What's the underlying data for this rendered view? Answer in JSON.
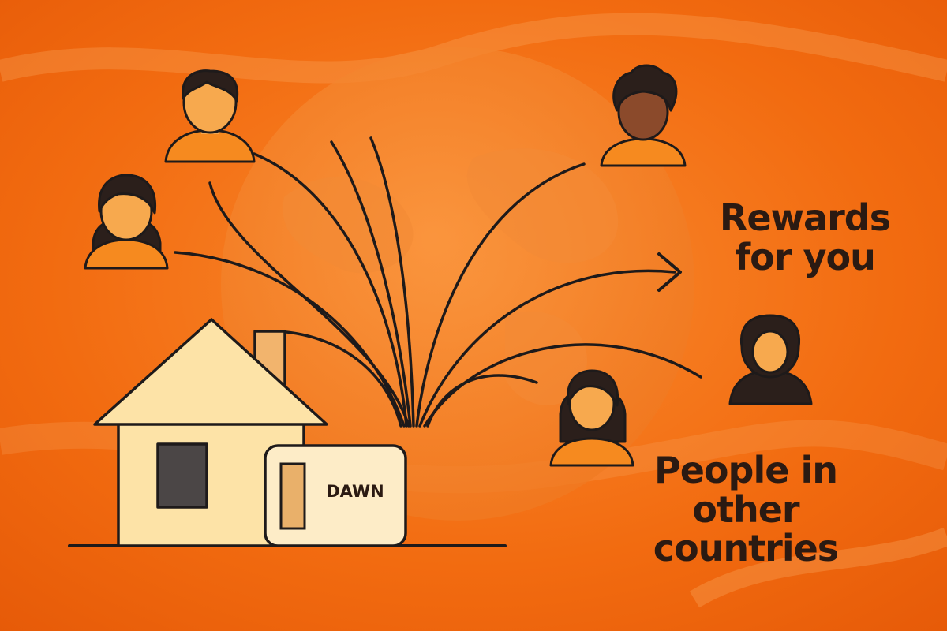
{
  "labels": {
    "device": "DAWN",
    "rewards_line1": "Rewards",
    "rewards_line2": "for you",
    "people_line1": "People in",
    "people_line2": "other countries"
  },
  "colors": {
    "background": "#f26b10",
    "ink": "#2b1a12",
    "house": "#fde3a7",
    "device": "#fdecc7",
    "skin_light": "#f7a94e",
    "skin_dark": "#8b4a2b",
    "shirt": "#f68a1f"
  },
  "icons": [
    "person-icon",
    "house-icon",
    "device-icon",
    "arrow-icon",
    "globe-icon"
  ]
}
